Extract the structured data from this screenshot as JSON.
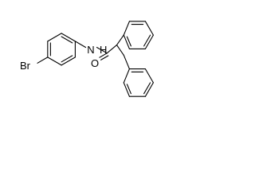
{
  "molecule": {
    "atoms": {
      "bromine": "Br",
      "amide_nitrogen": "N",
      "amide_hydrogen": "H",
      "carbonyl_oxygen": "O"
    }
  }
}
